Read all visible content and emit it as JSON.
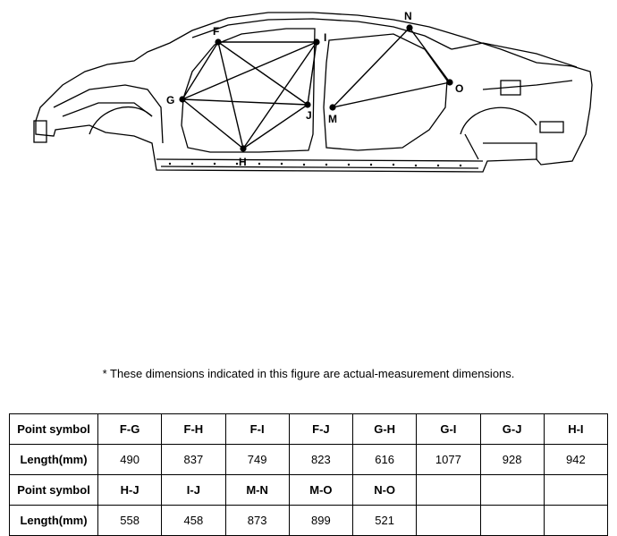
{
  "figure": {
    "points": [
      {
        "id": "F",
        "label": "F"
      },
      {
        "id": "G",
        "label": "G"
      },
      {
        "id": "H",
        "label": "H"
      },
      {
        "id": "I",
        "label": "I"
      },
      {
        "id": "J",
        "label": "J"
      },
      {
        "id": "M",
        "label": "M"
      },
      {
        "id": "N",
        "label": "N"
      },
      {
        "id": "O",
        "label": "O"
      }
    ],
    "segments": [
      "F-G",
      "F-H",
      "F-I",
      "F-J",
      "G-H",
      "G-I",
      "G-J",
      "H-I",
      "H-J",
      "I-J",
      "M-N",
      "M-O",
      "N-O"
    ]
  },
  "note": "*  These dimensions indicated in this figure are actual-measurement dimensions.",
  "table": {
    "row_header_symbol": "Point symbol",
    "row_header_length": "Length(mm)",
    "rows": [
      {
        "symbols": [
          "F-G",
          "F-H",
          "F-I",
          "F-J",
          "G-H",
          "G-I",
          "G-J",
          "H-I"
        ],
        "lengths": [
          "490",
          "837",
          "749",
          "823",
          "616",
          "1077",
          "928",
          "942"
        ]
      },
      {
        "symbols": [
          "H-J",
          "I-J",
          "M-N",
          "M-O",
          "N-O",
          "",
          "",
          ""
        ],
        "lengths": [
          "558",
          "458",
          "873",
          "899",
          "521",
          "",
          "",
          ""
        ]
      }
    ]
  }
}
